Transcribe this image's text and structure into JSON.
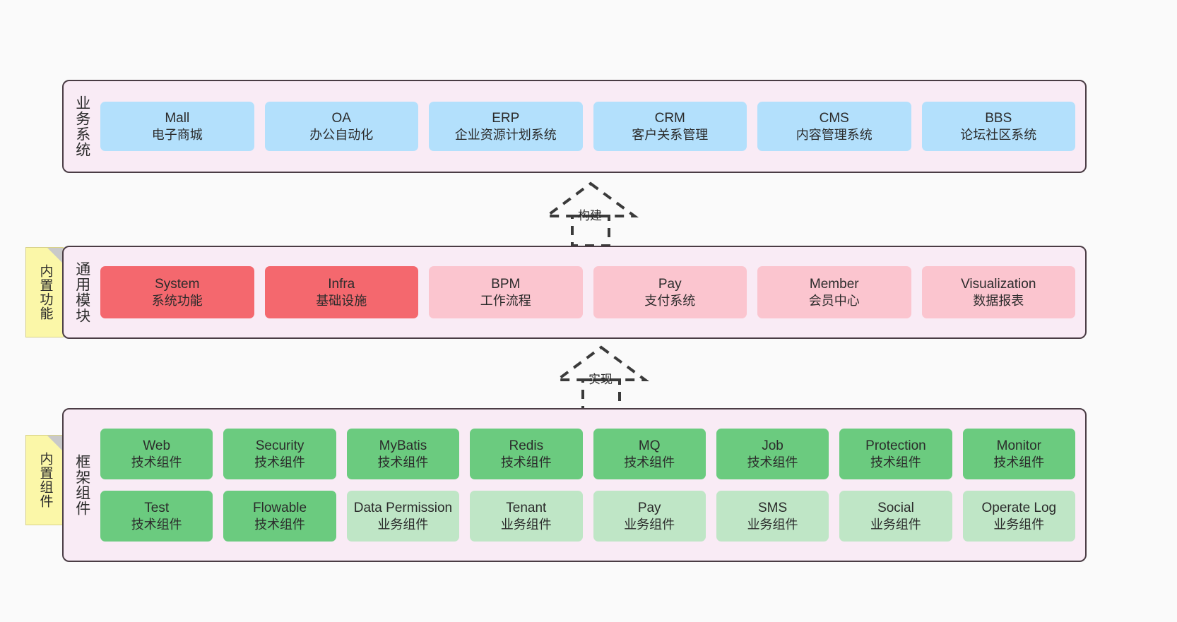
{
  "diagram": {
    "background_color": "#fafafa",
    "band_fill": "#f9ebf5",
    "band_border": "#4a3c44",
    "note_fill": "#fbf7a8"
  },
  "layers": [
    {
      "id": "business",
      "title": "业务系统",
      "accent": "#b3e0fc",
      "rows": [
        {
          "cells": [
            {
              "name": "Mall",
              "sub": "电子商城"
            },
            {
              "name": "OA",
              "sub": "办公自动化"
            },
            {
              "name": "ERP",
              "sub": "企业资源计划系统"
            },
            {
              "name": "CRM",
              "sub": "客户关系管理"
            },
            {
              "name": "CMS",
              "sub": "内容管理系统"
            },
            {
              "name": "BBS",
              "sub": "论坛社区系统"
            }
          ]
        }
      ]
    },
    {
      "id": "common",
      "title": "通用模块",
      "note": "内置功能",
      "accent": "#f4686e",
      "rows": [
        {
          "cells": [
            {
              "name": "System",
              "sub": "系统功能",
              "color": "red"
            },
            {
              "name": "Infra",
              "sub": "基础设施",
              "color": "red"
            },
            {
              "name": "BPM",
              "sub": "工作流程",
              "color": "pink"
            },
            {
              "name": "Pay",
              "sub": "支付系统",
              "color": "pink"
            },
            {
              "name": "Member",
              "sub": "会员中心",
              "color": "pink"
            },
            {
              "name": "Visualization",
              "sub": "数据报表",
              "color": "pink"
            }
          ]
        }
      ]
    },
    {
      "id": "frame",
      "title": "框架组件",
      "note": "内置组件",
      "accent": "#6bcb7f",
      "rows": [
        {
          "cells": [
            {
              "name": "Web",
              "sub": "技术组件",
              "color": "green"
            },
            {
              "name": "Security",
              "sub": "技术组件",
              "color": "green"
            },
            {
              "name": "MyBatis",
              "sub": "技术组件",
              "color": "green"
            },
            {
              "name": "Redis",
              "sub": "技术组件",
              "color": "green"
            },
            {
              "name": "MQ",
              "sub": "技术组件",
              "color": "green"
            },
            {
              "name": "Job",
              "sub": "技术组件",
              "color": "green"
            },
            {
              "name": "Protection",
              "sub": "技术组件",
              "color": "green"
            },
            {
              "name": "Monitor",
              "sub": "技术组件",
              "color": "green"
            }
          ]
        },
        {
          "cells": [
            {
              "name": "Test",
              "sub": "技术组件",
              "color": "green"
            },
            {
              "name": "Flowable",
              "sub": "技术组件",
              "color": "green"
            },
            {
              "name": "Data Permission",
              "sub": "业务组件",
              "color": "lightgreen"
            },
            {
              "name": "Tenant",
              "sub": "业务组件",
              "color": "lightgreen"
            },
            {
              "name": "Pay",
              "sub": "业务组件",
              "color": "lightgreen"
            },
            {
              "name": "SMS",
              "sub": "业务组件",
              "color": "lightgreen"
            },
            {
              "name": "Social",
              "sub": "业务组件",
              "color": "lightgreen"
            },
            {
              "name": "Operate Log",
              "sub": "业务组件",
              "color": "lightgreen"
            }
          ]
        }
      ]
    }
  ],
  "arrows": [
    {
      "id": "build",
      "label": "构建",
      "style": "dashed-hollow-triangle",
      "direction": "up"
    },
    {
      "id": "impl",
      "label": "实现",
      "style": "dashed-hollow-triangle",
      "direction": "up"
    }
  ]
}
